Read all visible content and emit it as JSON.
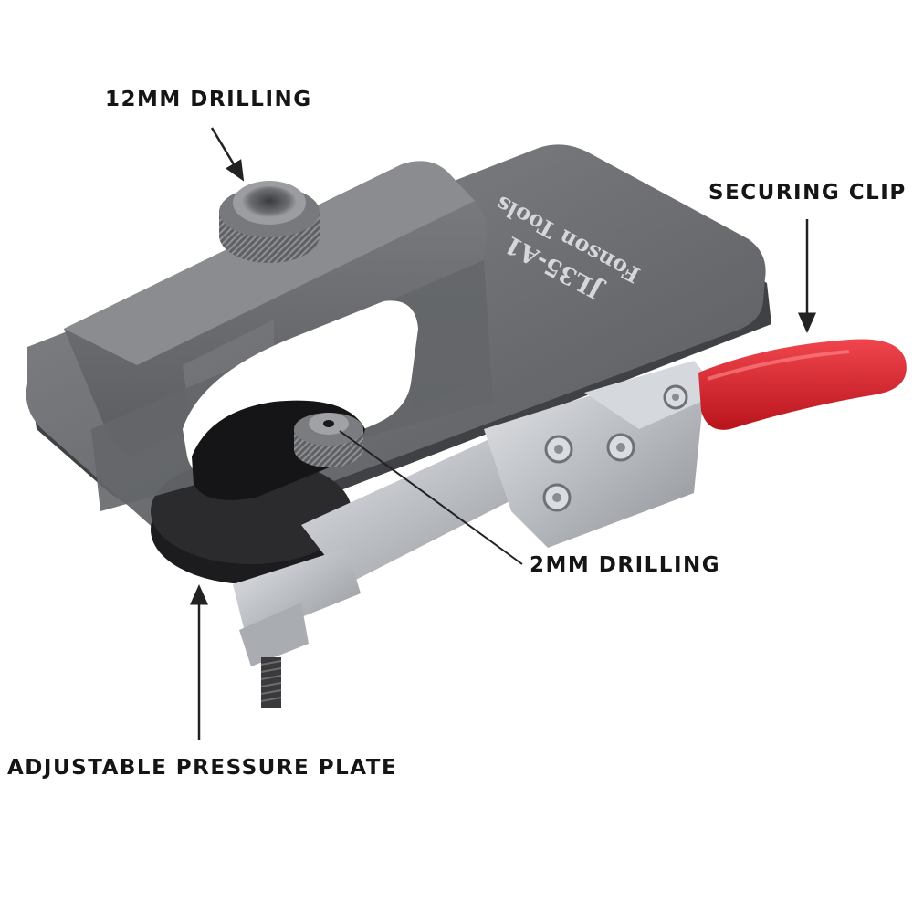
{
  "callouts": {
    "drilling_12mm": "12MM DRILLING",
    "securing_clip": "SECURING CLIP",
    "drilling_2mm": "2MM DRILLING",
    "pressure_plate": "ADJUSTABLE PRESSURE PLATE"
  },
  "engraving": {
    "brand": "Fonson Tools",
    "model": "JL35-A1"
  },
  "colors": {
    "body": "#6f7175",
    "body_dark": "#4d4f53",
    "clamp_metal": "#c9ccd0",
    "handle": "#e0202a",
    "text": "#151515"
  }
}
